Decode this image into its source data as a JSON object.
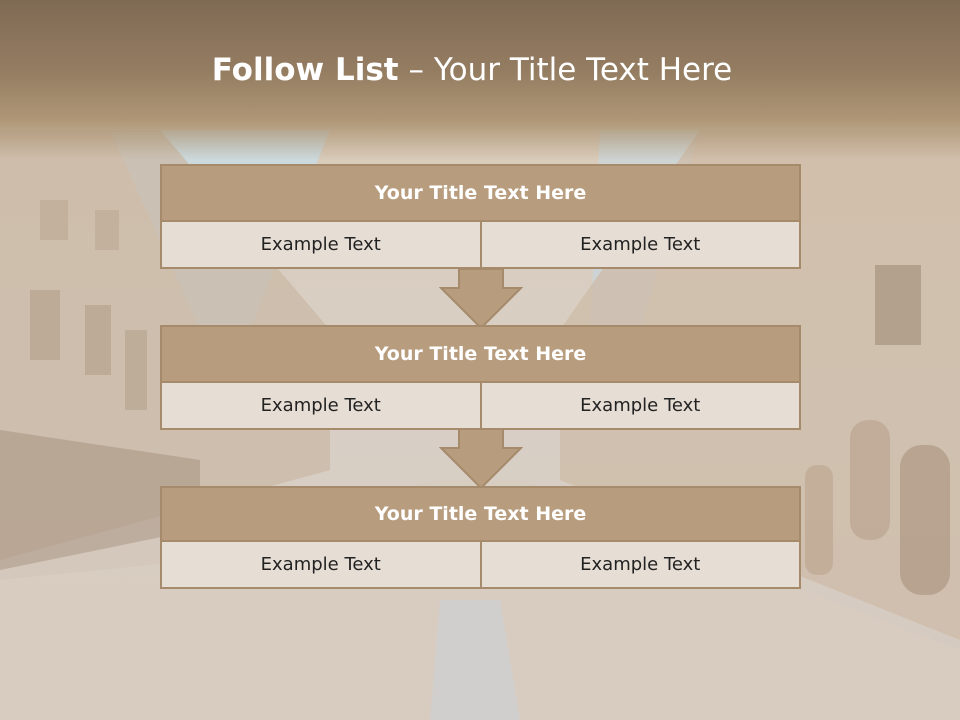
{
  "slide": {
    "title_bold": "Follow List",
    "title_rest": " – Your Title Text Here"
  },
  "steps": [
    {
      "title": "Your Title Text Here",
      "left": "Example Text",
      "right": "Example Text"
    },
    {
      "title": "Your Title Text Here",
      "left": "Example Text",
      "right": "Example Text"
    },
    {
      "title": "Your Title Text Here",
      "left": "Example Text",
      "right": "Example Text"
    }
  ],
  "colors": {
    "title_fill": "#b79c7d",
    "border": "#a58a6b",
    "cell_fill": "#e6ddd4",
    "header_band": "#8a735a"
  }
}
